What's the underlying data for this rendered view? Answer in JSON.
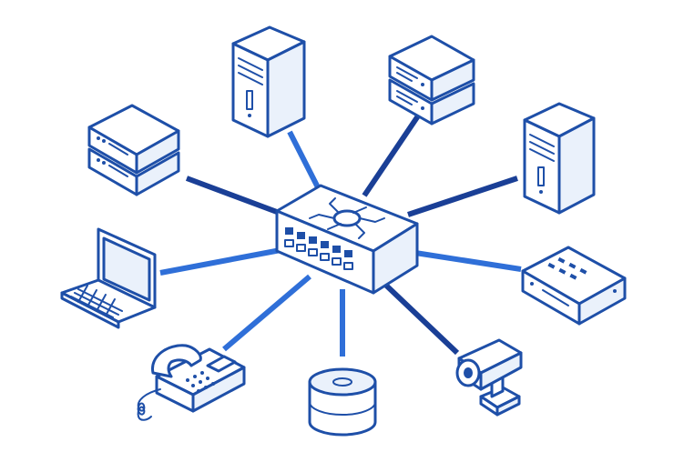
{
  "diagram": {
    "type": "star-network-topology",
    "center": {
      "icon": "network-switch-icon"
    },
    "devices": [
      {
        "name": "rack-server-top-left",
        "icon": "rack-server-icon"
      },
      {
        "name": "tower-server-top",
        "icon": "tower-server-icon"
      },
      {
        "name": "rack-server-top-right",
        "icon": "rack-server-icon"
      },
      {
        "name": "tower-server-right",
        "icon": "tower-server-icon"
      },
      {
        "name": "network-appliance-right",
        "icon": "network-appliance-icon"
      },
      {
        "name": "security-camera",
        "icon": "security-camera-icon"
      },
      {
        "name": "database-storage",
        "icon": "database-icon"
      },
      {
        "name": "desk-phone",
        "icon": "desk-phone-icon"
      },
      {
        "name": "laptop",
        "icon": "laptop-icon"
      }
    ]
  },
  "colors": {
    "dark_link": "#1a3f96",
    "light_link": "#2f6fd8",
    "device_stroke": "#1e4fa8",
    "background": "#ffffff"
  }
}
